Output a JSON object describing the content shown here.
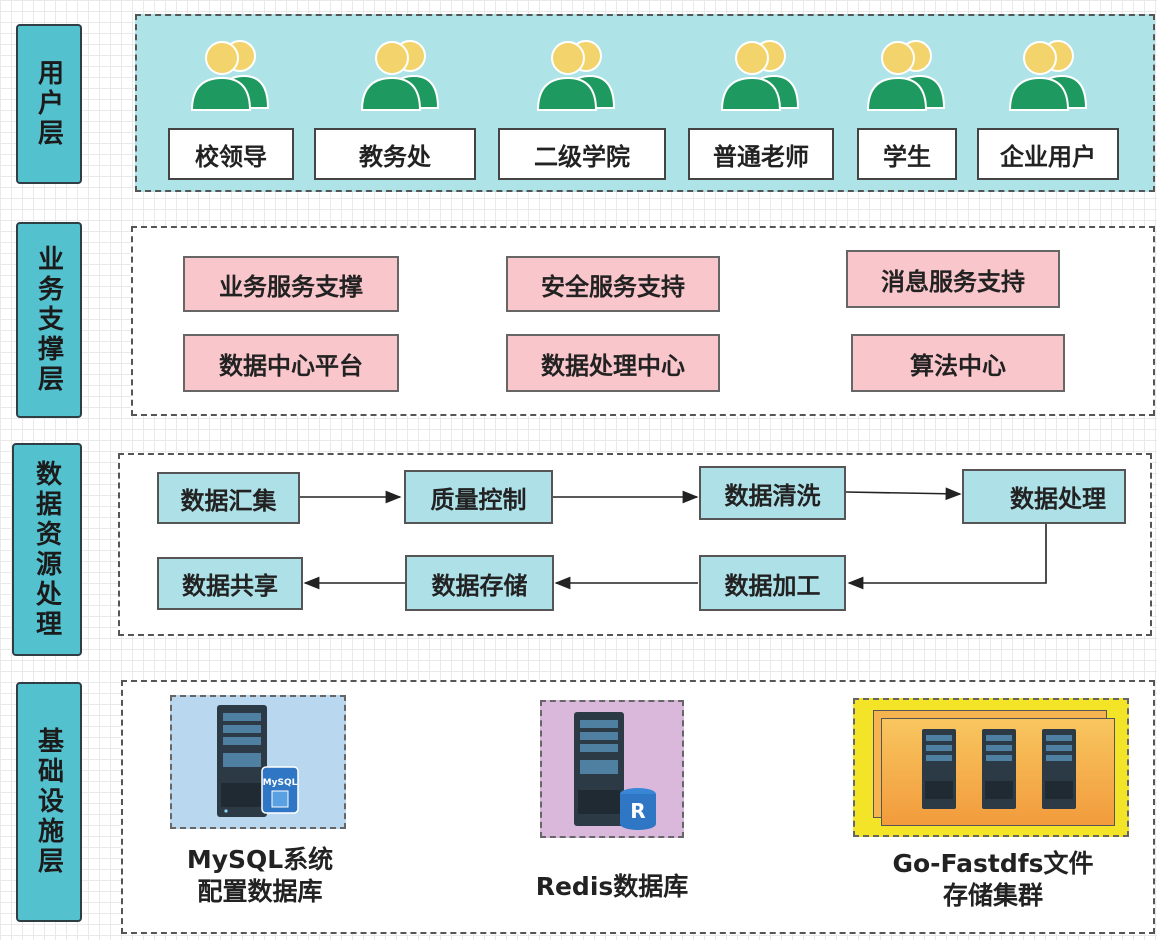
{
  "layers": {
    "user": "用户层",
    "business": "业务支撑层",
    "data": "数据资源处理",
    "infra": "基础设施层"
  },
  "user_layer": {
    "roles": [
      "校领导",
      "教务处",
      "二级学院",
      "普通老师",
      "学生",
      "企业用户"
    ],
    "icon": "user-group-icon",
    "colors": {
      "head": "#f3d36c",
      "body": "#1e9a60"
    }
  },
  "business_layer": {
    "services": [
      "业务服务支撑",
      "安全服务支持",
      "消息服务支持",
      "数据中心平台",
      "数据处理中心",
      "算法中心"
    ]
  },
  "data_layer": {
    "row1": [
      "数据汇集",
      "质量控制",
      "数据清洗",
      "数据处理"
    ],
    "row2": [
      "数据共享",
      "数据存储",
      "数据加工"
    ]
  },
  "infra_layer": {
    "mysql": {
      "line1": "MySQL系统",
      "line2": "配置数据库",
      "badge": "MySQL",
      "icon": "server-mysql-icon"
    },
    "redis": {
      "line1": "Redis数据库",
      "badge": "R",
      "icon": "server-redis-icon"
    },
    "fastdfs": {
      "line1": "Go-Fastdfs文件",
      "line2": "存储集群",
      "icon": "server-cluster-icon"
    }
  },
  "colors": {
    "layer_label": "#54c1cf",
    "user_panel": "#aee3e8",
    "service_box": "#f8c6cb",
    "process_box": "#aee0e8",
    "mysql_bg": "#b9d8ef",
    "redis_bg": "#d9b8dc",
    "cluster_yellow": "#f3e428",
    "cluster_orange": "#f6a947"
  }
}
